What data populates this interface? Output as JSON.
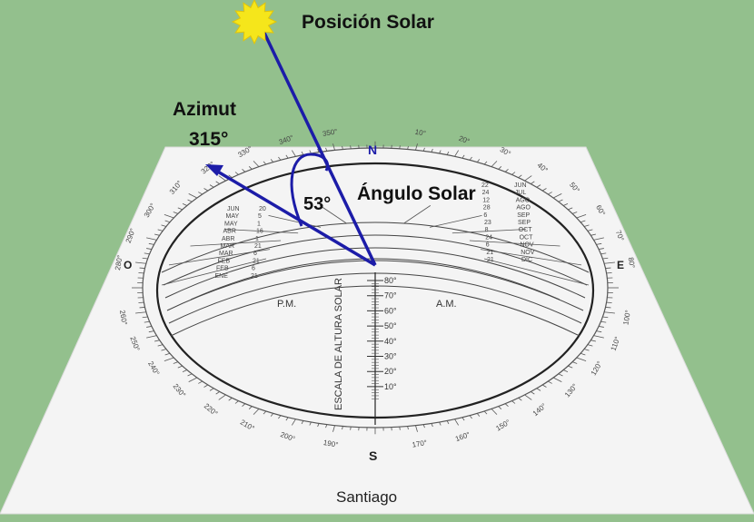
{
  "labels": {
    "sun": "Posición Solar",
    "azimuth_title": "Azimut",
    "azimuth_value": "315°",
    "altitude_value": "53°",
    "solar_angle": "Ángulo Solar",
    "city": "Santiago",
    "scale_title": "ESCALA DE ALTURA SOLAR",
    "pm": "P.M.",
    "am": "A.M."
  },
  "cardinals": {
    "north": "N",
    "south": "S",
    "east": "E",
    "west": "O"
  },
  "altitude_scale": [
    "80°",
    "70°",
    "60°",
    "50°",
    "40°",
    "30°",
    "20°",
    "10°"
  ],
  "degree_labels": [
    "10°",
    "20°",
    "30°",
    "40°",
    "50°",
    "60°",
    "70°",
    "80°",
    "100°",
    "110°",
    "120°",
    "130°",
    "140°",
    "150°",
    "160°",
    "170°",
    "190°",
    "200°",
    "210°",
    "220°",
    "230°",
    "240°",
    "250°",
    "260°",
    "280°",
    "290°",
    "300°",
    "310°",
    "320°",
    "330°",
    "340°",
    "350°"
  ],
  "months_left": [
    "JUN",
    "MAY",
    "MAY",
    "ABR",
    "ABR",
    "MAR",
    "MAR",
    "FEB",
    "FEB",
    "ENE"
  ],
  "days_left": [
    "20",
    "5",
    "1",
    "16",
    "1",
    "21",
    "6",
    "21",
    "6",
    "21"
  ],
  "months_right": [
    "JUN",
    "JUL",
    "AGO",
    "AGO",
    "SEP",
    "SEP",
    "OCT",
    "OCT",
    "NOV",
    "NOV",
    "DIC"
  ],
  "days_right": [
    "22",
    "24",
    "12",
    "28",
    "6",
    "23",
    "8",
    "24",
    "6",
    "21",
    "21"
  ],
  "colors": {
    "background": "#93c08d",
    "vector": "#1c1ca8",
    "sun": "#f5e61b",
    "panel": "#f5f5f5"
  },
  "values": {
    "azimuth_deg": 315,
    "altitude_deg": 53
  }
}
